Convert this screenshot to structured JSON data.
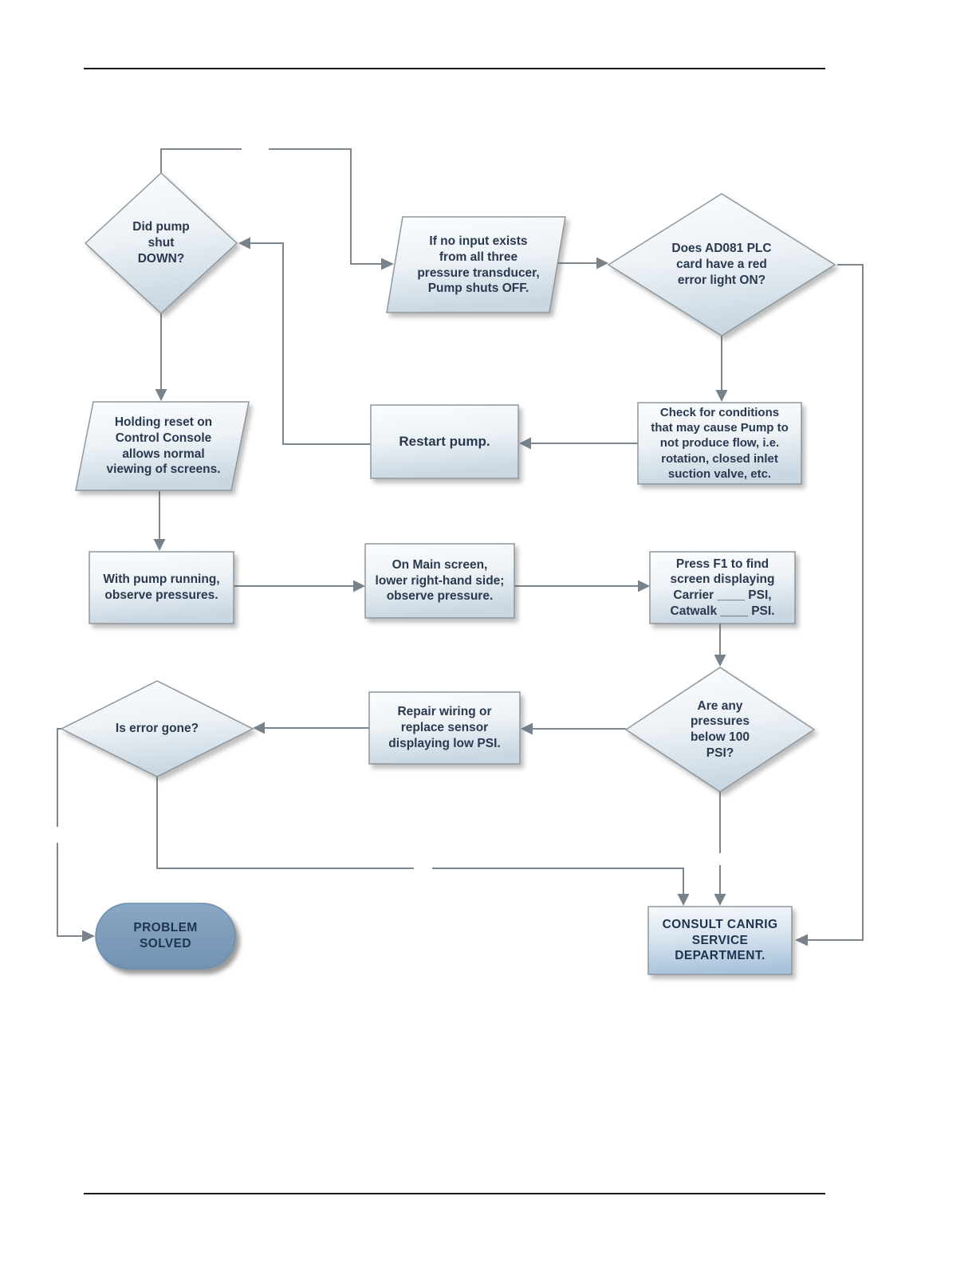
{
  "document": {
    "kind": "troubleshooting-flowchart-page"
  },
  "colors": {
    "ink": "#2a3950",
    "term_ink": "#1d3350",
    "connector": "#7d868d",
    "arrow": "#78828a",
    "node_border": "#8e989f",
    "term_border": "#6b8fae",
    "rule": "#1a1a1a",
    "node_fill_top": "#fbfdfe",
    "node_fill_bottom": "#c9d7e2",
    "consult_fill_bottom": "#a9c3dc",
    "terminal_fill": "#7d9dbb",
    "page_bg": "#ffffff"
  },
  "flowchart": {
    "nodes": {
      "did_pump_shut_down": {
        "type": "decision",
        "label": "Did pump\nshut\nDOWN?"
      },
      "no_input": {
        "type": "process-slanted",
        "label": "If no input exists\nfrom all three\npressure transducer,\nPump shuts OFF."
      },
      "ad081_error_light": {
        "type": "decision",
        "label": "Does AD081 PLC\ncard have a red\nerror light ON?"
      },
      "check_conditions": {
        "type": "process",
        "label": "Check for conditions\nthat may cause Pump to\nnot produce flow, i.e.\nrotation, closed inlet\nsuction valve, etc."
      },
      "restart_pump": {
        "type": "process",
        "label": "Restart pump."
      },
      "holding_reset": {
        "type": "process-slanted",
        "label": "Holding reset on\nControl Console\nallows normal\nviewing of screens."
      },
      "with_pump_running": {
        "type": "process",
        "label": "With pump running,\nobserve pressures."
      },
      "on_main_screen": {
        "type": "process",
        "label": "On Main screen,\nlower right-hand side;\nobserve pressure."
      },
      "press_f1": {
        "type": "process",
        "label": "Press F1 to find\nscreen displaying\nCarrier ____ PSI,\nCatwalk ____ PSI."
      },
      "pressures_below_100": {
        "type": "decision",
        "label": "Are any\npressures\nbelow 100\nPSI?"
      },
      "repair_wiring": {
        "type": "process",
        "label": "Repair wiring or\nreplace sensor\ndisplaying low PSI."
      },
      "is_error_gone": {
        "type": "decision",
        "label": "Is error gone?"
      },
      "problem_solved": {
        "type": "terminal",
        "label": "PROBLEM\nSOLVED"
      },
      "consult_canrig": {
        "type": "process",
        "label": "CONSULT CANRIG\nSERVICE\nDEPARTMENT."
      }
    }
  }
}
